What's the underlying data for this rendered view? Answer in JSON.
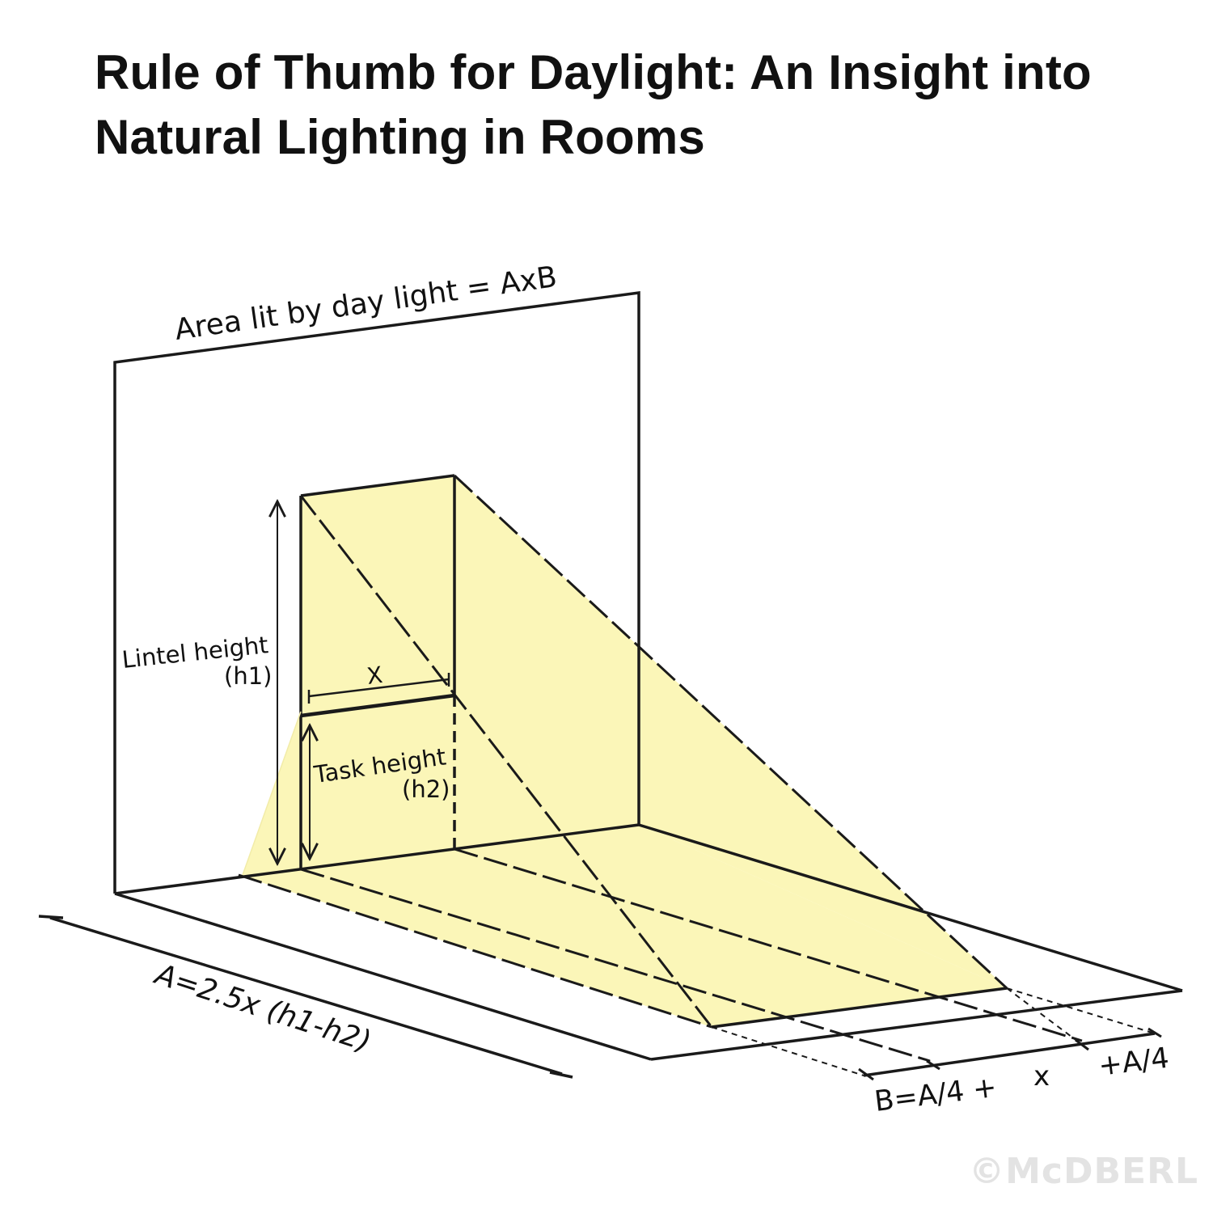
{
  "title": {
    "line1": "Rule of Thumb for Daylight: An Insight into",
    "line2": "Natural Lighting in Rooms"
  },
  "labels": {
    "area": "Area lit by day light = AxB",
    "lintel": "Lintel height",
    "lintel_sym": "(h1)",
    "x_top": "X",
    "task": "Task height",
    "task_sym": "(h2)",
    "a_formula": "A=2.5x (h1-h2)",
    "b_formula": "B=A/4 +",
    "b_x": "x",
    "b_plus": "+A/4"
  },
  "watermark": "©McDBERL",
  "colors": {
    "light": "#fbf6b8",
    "line": "#1a1a1a",
    "text": "#111111"
  }
}
